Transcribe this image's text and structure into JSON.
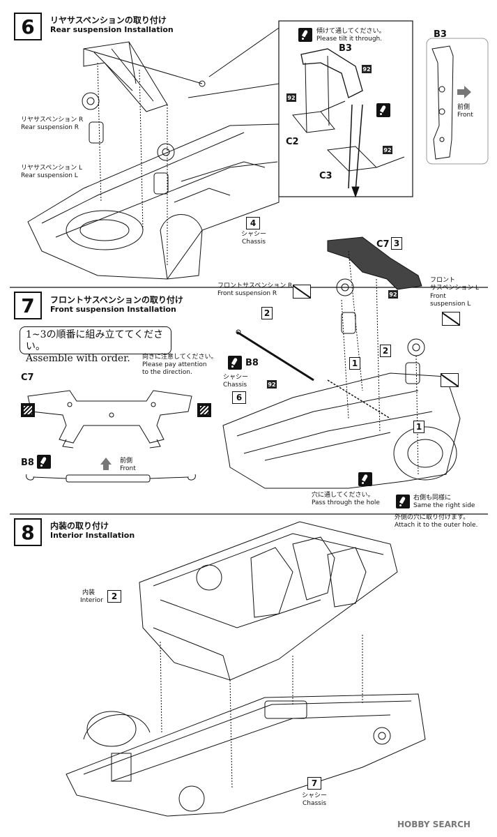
{
  "step6": {
    "number": "6",
    "title_jp": "リヤサスペンションの取り付け",
    "title_en": "Rear suspension Installation",
    "rear_susp_r_jp": "リヤサスペンション R",
    "rear_susp_r_en": "Rear suspension R",
    "rear_susp_l_jp": "リヤサスペンション L",
    "rear_susp_l_en": "Rear suspension L",
    "chassis_num": "4",
    "chassis_jp": "シャシー",
    "chassis_en": "Chassis",
    "inset_note_jp": "傾けて通してください。",
    "inset_note_en": "Please tilt it through.",
    "part_b3": "B3",
    "part_c2": "C2",
    "part_c3": "C3",
    "tag_92": "92",
    "front_jp": "前側",
    "front_en": "Front"
  },
  "step7": {
    "number": "7",
    "title_jp": "フロントサスペンションの取り付け",
    "title_en": "Front suspension Installation",
    "notice_jp": "1~3の順番に組み立ててください。",
    "notice_en": "Assemble with order.",
    "direction_jp": "向きに注意してください。",
    "direction_en1": "Please pay attention",
    "direction_en2": "to the direction.",
    "part_c7": "C7",
    "part_b8": "B8",
    "front_jp": "前側",
    "front_en": "Front",
    "front_susp_r_jp": "フロントサスペンション R",
    "front_susp_r_en": "Front suspension R",
    "front_susp_l_jp1": "フロント",
    "front_susp_l_jp2": "サスペンション L",
    "front_susp_l_en1": "Front",
    "front_susp_l_en2": "suspension L",
    "c7_qty": "3",
    "chassis_num": "6",
    "chassis_jp": "シャシー",
    "chassis_en": "Chassis",
    "order_1": "1",
    "order_2": "2",
    "tag_92": "92",
    "hole_jp": "穴に通してください。",
    "hole_en": "Pass through the hole",
    "same_right_jp": "右側も同様に",
    "same_right_en": "Same the right side",
    "outer_hole_jp": "外側の穴に取り付けます。",
    "outer_hole_en": "Attach it to the outer hole."
  },
  "step8": {
    "number": "8",
    "title_jp": "内装の取り付け",
    "title_en": "Interior Installation",
    "interior_jp": "内装",
    "interior_en": "Interior",
    "interior_num": "2",
    "chassis_num": "7",
    "chassis_jp": "シャシー",
    "chassis_en": "Chassis"
  },
  "watermark": "HOBBY SEARCH"
}
